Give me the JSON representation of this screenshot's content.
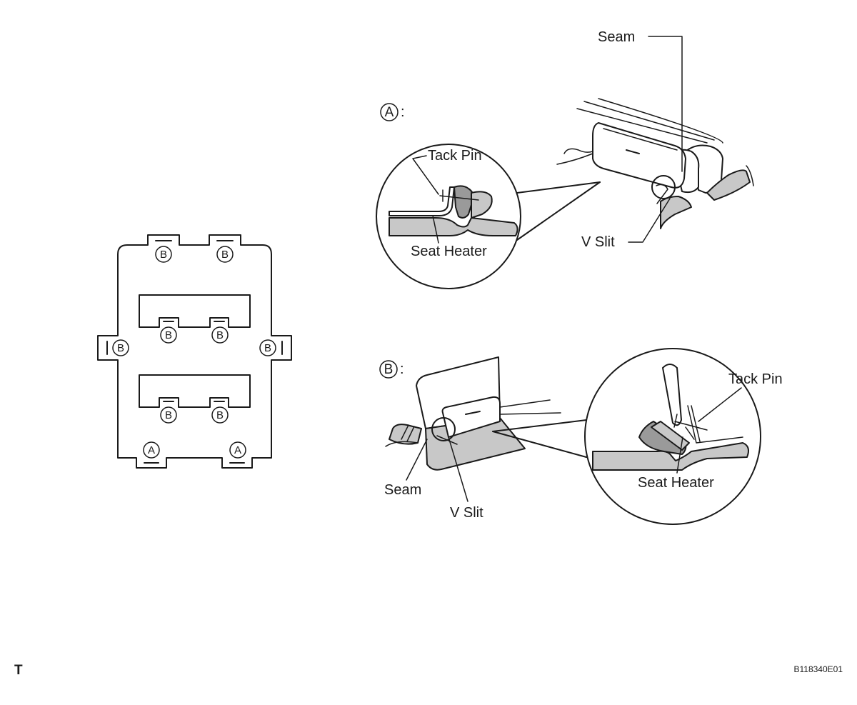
{
  "labels": {
    "seam": "Seam",
    "tack_pin": "Tack Pin",
    "seat_heater": "Seat Heater",
    "v_slit": "V Slit"
  },
  "markers": {
    "a": "A",
    "b": "B",
    "colon": ":"
  },
  "footer": {
    "corner_letter": "T",
    "doc_code": "B118340E01"
  }
}
